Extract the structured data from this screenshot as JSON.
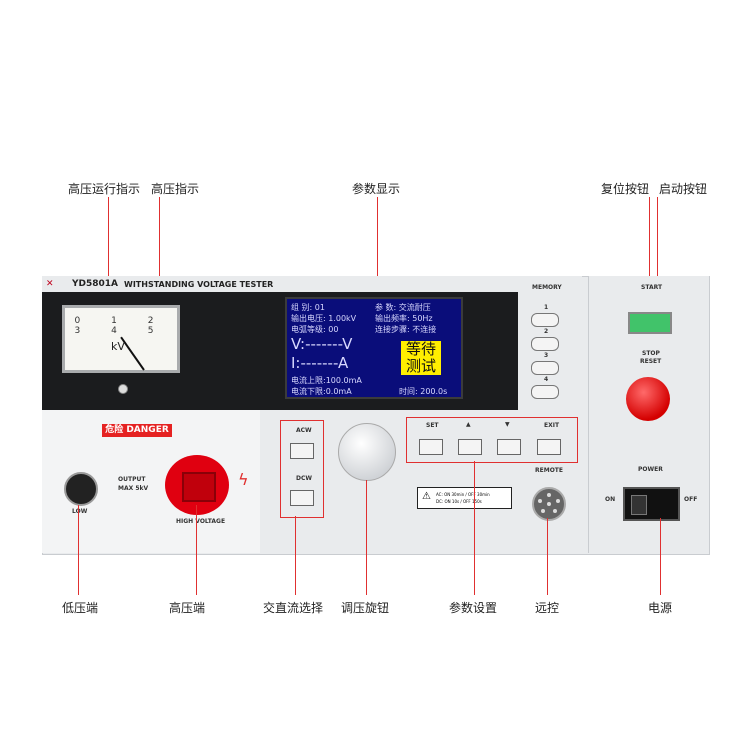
{
  "callouts": {
    "hv_run_indicator": "高压运行指示",
    "hv_indicator": "高压指示",
    "param_display": "参数显示",
    "reset_button": "复位按钮",
    "start_button": "启动按钮",
    "low_terminal": "低压端",
    "high_terminal": "高压端",
    "acdc_select": "交直流选择",
    "voltage_knob": "调压旋钮",
    "param_setting": "参数设置",
    "remote": "远控",
    "power": "电源"
  },
  "device": {
    "model": "YD5801A",
    "name": "WITHSTANDING VOLTAGE TESTER",
    "meter": {
      "scale": "0 1 2 3 4 5",
      "unit": "kV"
    },
    "lcd": {
      "row1_a": "组    别: 01",
      "row1_b": "参    数: 交流耐压",
      "row2_a": "输出电压: 1.00kV",
      "row2_b": "输出频率: 50Hz",
      "row3_a": "电弧等级: 00",
      "row3_b": "连接步骤: 不连接",
      "v_line": "V:-------V",
      "i_line": "I:-------A",
      "wait": "等待测试",
      "cur_high": "电流上限:100.0mA",
      "cur_low": "电流下限:0.0mA",
      "time": "时间: 200.0s"
    },
    "memory": {
      "label": "MEMORY",
      "keys": [
        "1",
        "2",
        "3",
        "4"
      ]
    },
    "danger": "危险 DANGER",
    "output": "OUTPUT",
    "output_max": "MAX  5kV",
    "low_label": "LOW",
    "hv_label": "HIGH VOLTAGE",
    "acw": "ACW",
    "dcw": "DCW",
    "keys": {
      "set": "SET",
      "up": "▲",
      "down": "▼",
      "exit": "EXIT"
    },
    "remote_label": "REMOTE",
    "spec_line1": "AC: ON 30min / OFF 30min",
    "spec_line2": "DC: ON 10s / OFF 150s",
    "start_label": "START",
    "stop_label": "STOP",
    "reset_label": "RESET",
    "power_label": "POWER",
    "on_label": "ON",
    "off_label": "OFF"
  }
}
